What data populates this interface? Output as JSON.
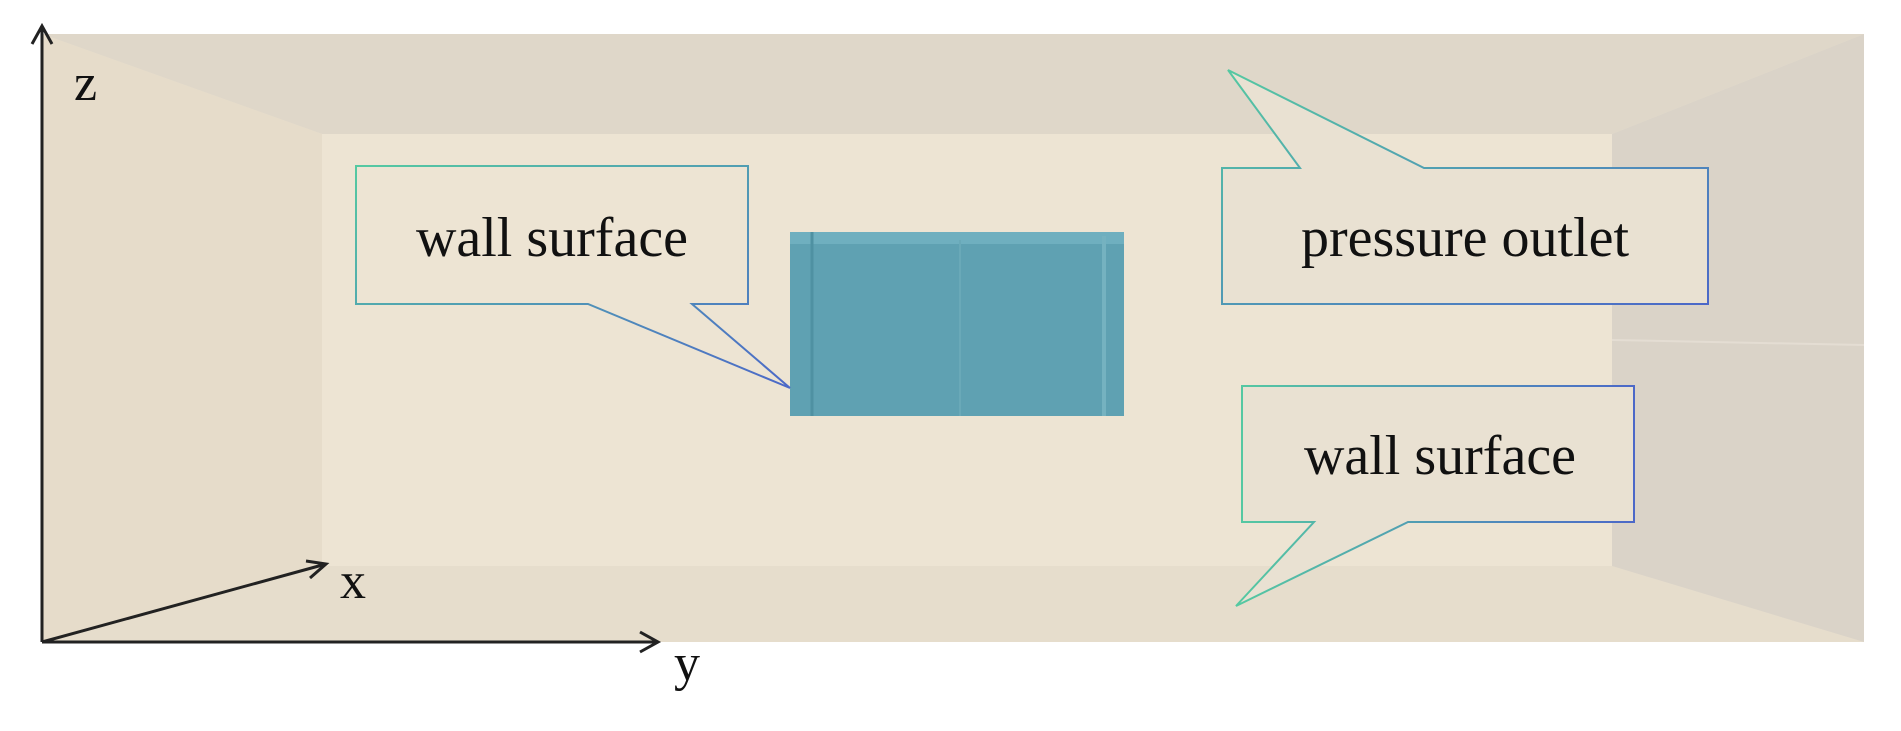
{
  "axes": {
    "z_label": "z",
    "x_label": "x",
    "y_label": "y"
  },
  "callouts": {
    "wall_top_left": "wall surface",
    "pressure_outlet": "pressure outlet",
    "wall_bottom_right": "wall surface"
  },
  "colors": {
    "room_fill": "#ebe2d1",
    "wall_shade": "#dfd6c8",
    "right_wall": "#dad3c8",
    "object": "#5fa1b2",
    "callout_green": "#55c9a1",
    "callout_blue": "#4c68c8",
    "axis": "#222222"
  }
}
